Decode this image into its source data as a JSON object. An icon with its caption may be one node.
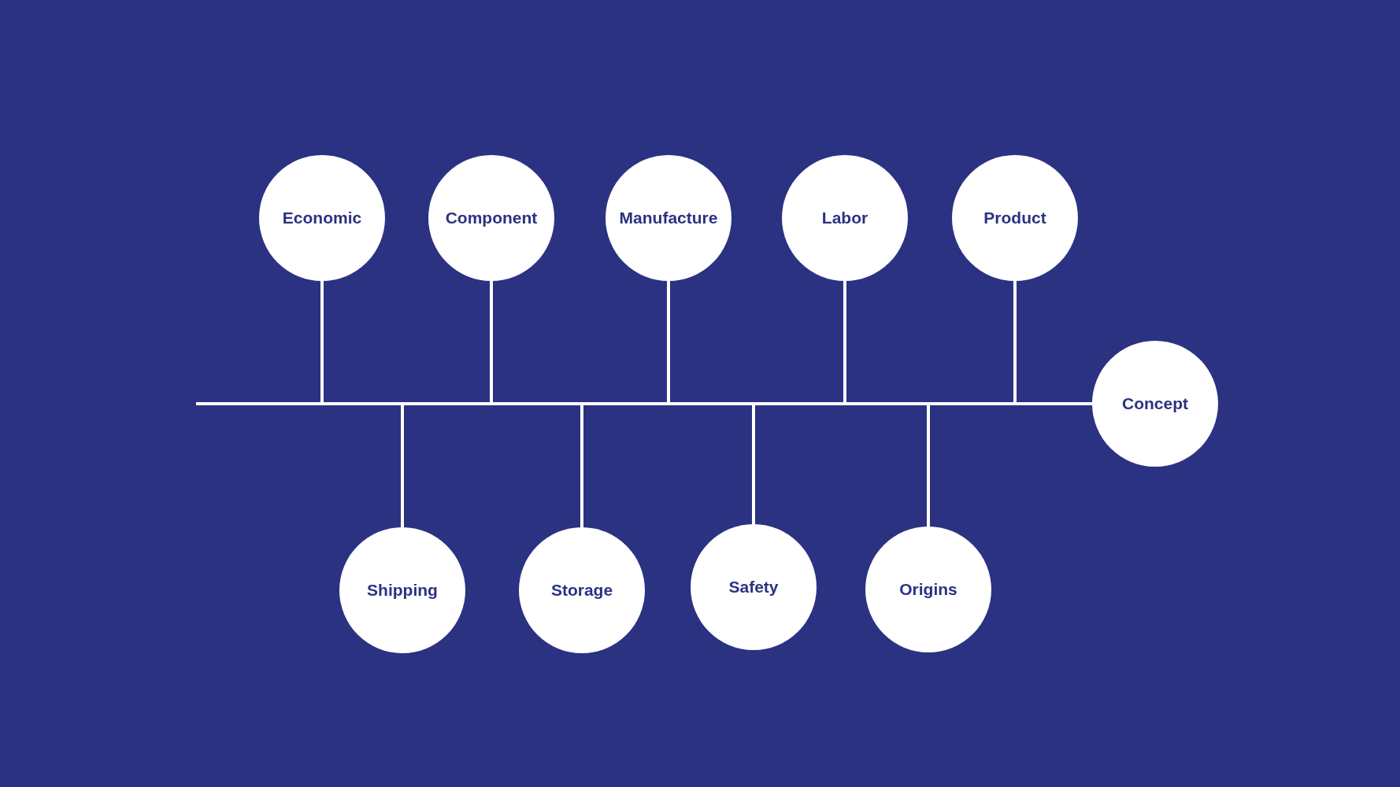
{
  "diagram": {
    "nodes": [
      {
        "text": [
          "Economic"
        ]
      },
      {
        "text": [
          "Component"
        ]
      },
      {
        "text": [
          "Manufacture"
        ]
      },
      {
        "text": [
          "Labor"
        ]
      },
      {
        "text": [
          "Product"
        ]
      },
      {
        "text": [
          "Concept"
        ]
      },
      {
        "text": [
          "Shipping"
        ]
      },
      {
        "text": [
          "Storage"
        ]
      },
      {
        "text": [
          "Safety"
        ]
      },
      {
        "text": [
          "Origins"
        ]
      }
    ],
    "edges": [
      {
        "from": 0,
        "to": 5,
        "arrow": "none"
      },
      {
        "from": 1,
        "to": 5,
        "arrow": "none"
      },
      {
        "from": 2,
        "to": 5,
        "arrow": "none"
      },
      {
        "from": 3,
        "to": 5,
        "arrow": "none"
      },
      {
        "from": 4,
        "to": 5,
        "arrow": "none"
      },
      {
        "from": 6,
        "to": 5,
        "arrow": "none"
      },
      {
        "from": 7,
        "to": 5,
        "arrow": "none"
      },
      {
        "from": 8,
        "to": 5,
        "arrow": "none"
      },
      {
        "from": 9,
        "to": 5,
        "arrow": "none"
      },
      {
        "from": null,
        "to": 5,
        "arrow": "none"
      }
    ]
  }
}
